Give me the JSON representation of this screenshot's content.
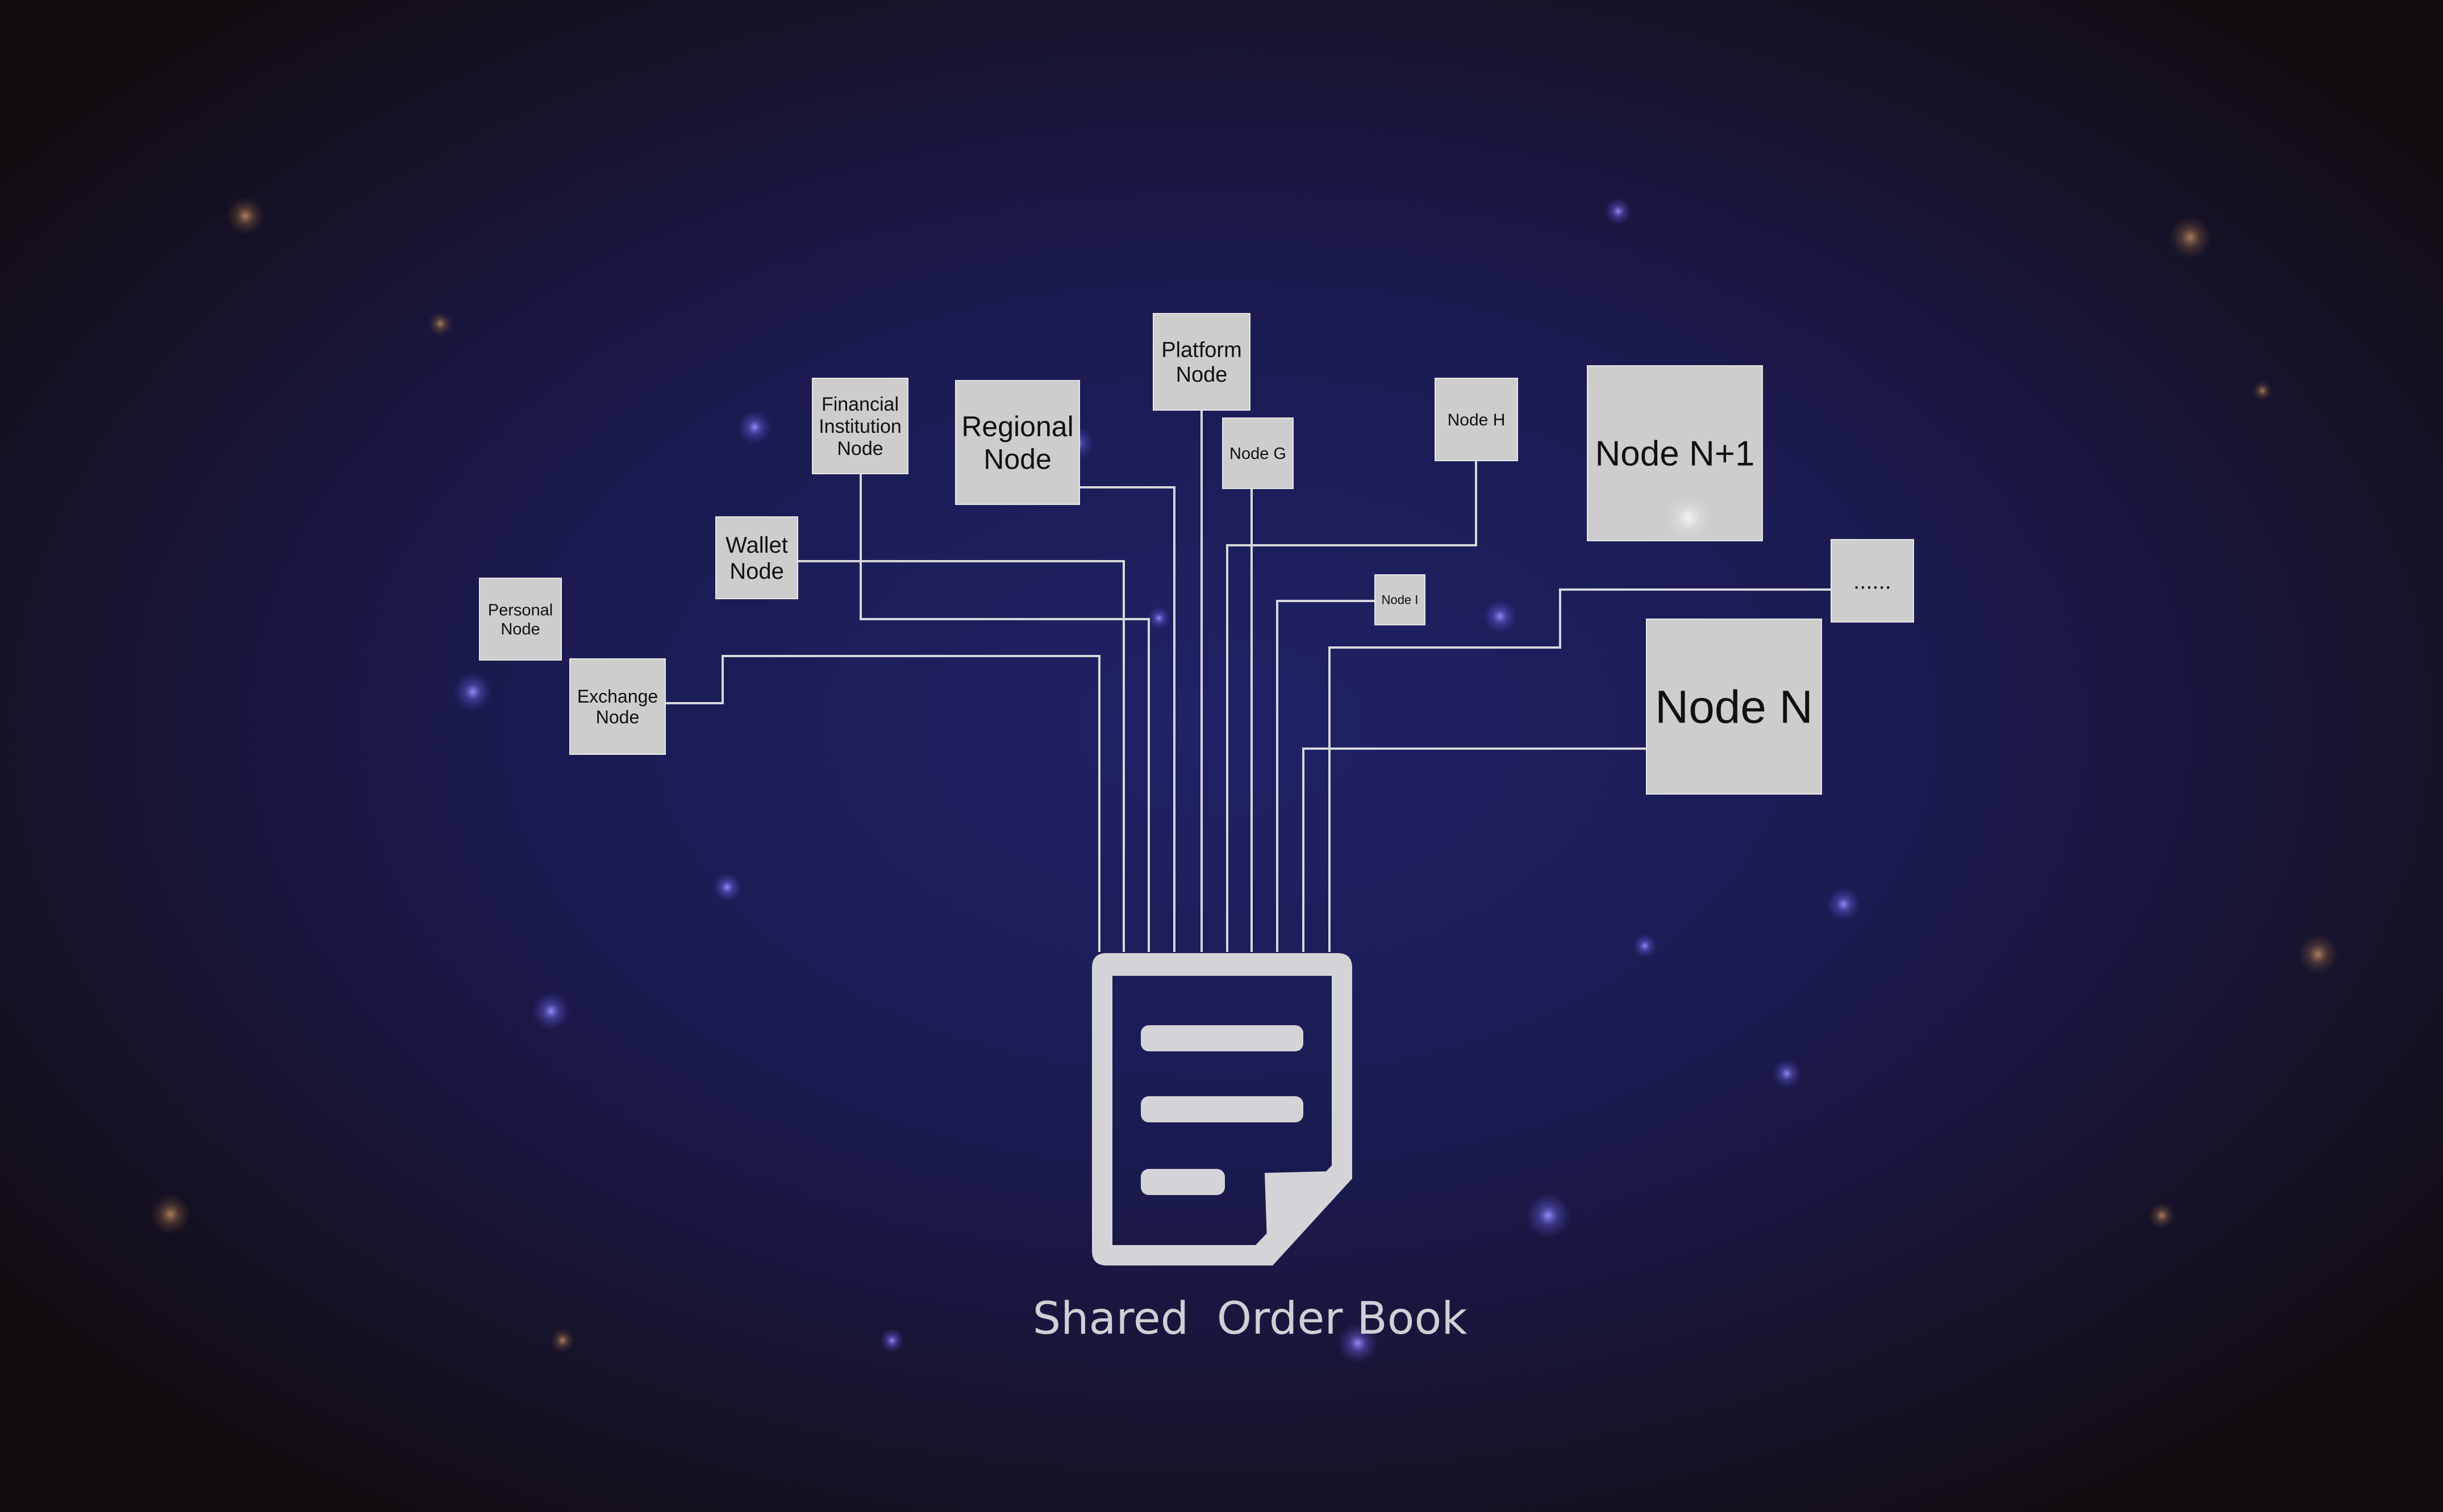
{
  "diagram": {
    "caption": "Shared  Order Book",
    "center_icon": "document-icon",
    "nodes": [
      {
        "id": "personal",
        "label": [
          "Personal",
          "Node"
        ]
      },
      {
        "id": "exchange",
        "label": [
          "Exchange",
          "Node"
        ]
      },
      {
        "id": "wallet",
        "label": [
          "Wallet",
          "Node"
        ]
      },
      {
        "id": "financial",
        "label": [
          "Financial",
          "Institution",
          "Node"
        ]
      },
      {
        "id": "regional",
        "label": [
          "Regional",
          "Node"
        ]
      },
      {
        "id": "platform",
        "label": [
          "Platform",
          "Node"
        ]
      },
      {
        "id": "node-g",
        "label": [
          "Node G"
        ]
      },
      {
        "id": "node-h",
        "label": [
          "Node H"
        ]
      },
      {
        "id": "node-n1",
        "label": [
          "Node N+1"
        ]
      },
      {
        "id": "node-i",
        "label": [
          "Node I"
        ]
      },
      {
        "id": "ellipsis",
        "label": [
          "......"
        ]
      },
      {
        "id": "node-n",
        "label": [
          "Node N"
        ]
      }
    ],
    "colors": {
      "node_fill": "#cdcdcd",
      "connector": "#d7d7dc",
      "caption": "#cfcfd6",
      "document": "#d4d4d8",
      "background_core": "#1f2266",
      "background_edge": "#150f16"
    }
  }
}
